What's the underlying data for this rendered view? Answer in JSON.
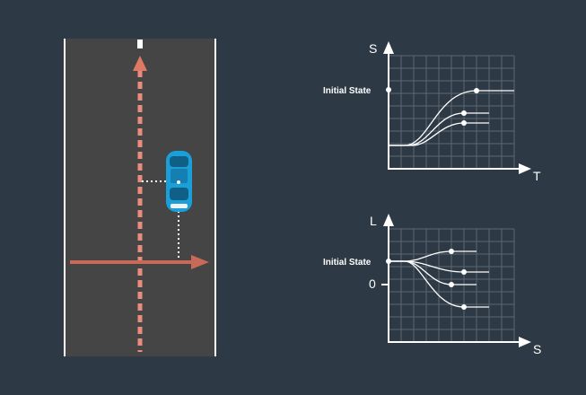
{
  "colors": {
    "background": "#2d3944",
    "road": "#454545",
    "lane_edge": "#ffffff",
    "reference_line": "#e88c7d",
    "s_arrow": "#c96a58",
    "car_body": "#1b9fd8",
    "grid": "#5b6672",
    "curves": "#ffffff"
  },
  "top_graph": {
    "y_axis_label": "S",
    "x_axis_label": "T",
    "marker_label": "Initial State"
  },
  "bottom_graph": {
    "y_axis_label": "L",
    "x_axis_label": "S",
    "marker_label": "Initial State",
    "zero_label": "0"
  },
  "icons": {
    "vehicle": "car-top-view-icon"
  }
}
